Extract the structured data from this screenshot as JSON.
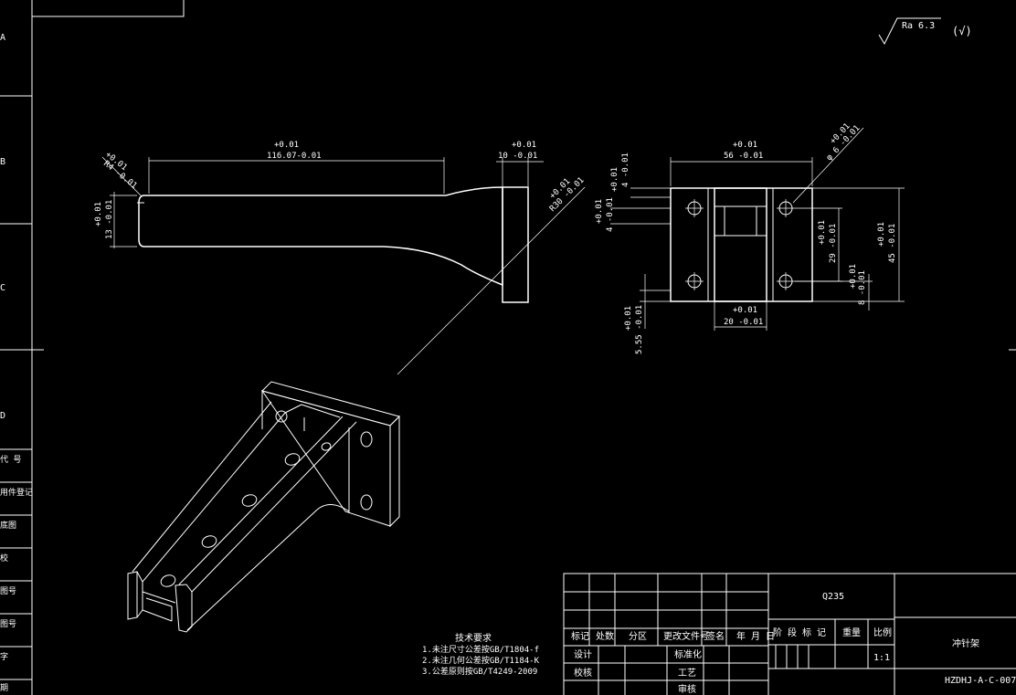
{
  "roughness": {
    "symbol": "Ra 6.3",
    "note": "(√)"
  },
  "side_view": {
    "length_tol": "+0.01",
    "length_val": "116.07-0.01",
    "flange_tol": "+0.01",
    "flange_val": "10 -0.01",
    "radius_tol": "+0.01",
    "radius_val": "R4 -0.01",
    "height_tol": "+0.01",
    "height_val": "13 -0.01",
    "diag_tol": "+0.01",
    "diag_val": "R30 -0.01"
  },
  "front_view": {
    "width_tol": "+0.01",
    "width_val": "56 -0.01",
    "hole_tol": "+0.01",
    "hole_val": "φ 6 -0.01",
    "top_tol": "+0.01",
    "top_val": "4 -0.01",
    "left_tol": "+0.01",
    "left_val": "4 -0.01",
    "h29_tol": "+0.01",
    "h29_val": "29 -0.01",
    "h45_tol": "+0.01",
    "h45_val": "45 -0.01",
    "h8_tol": "+0.01",
    "h8_val": "8 -0.01",
    "w20_tol": "+0.01",
    "w20_val": "20 -0.01",
    "h555_tol": "+0.01",
    "h555_val": "5.55 -0.01"
  },
  "left_margin": {
    "zones": [
      "A",
      "B",
      "C",
      "D"
    ],
    "labels": [
      "代 号",
      "用件登记",
      "底图",
      "校",
      "图号",
      "图号",
      "字",
      "期"
    ]
  },
  "tech_req": {
    "title": "技术要求",
    "lines": [
      "1.未注尺寸公差按GB/T1804-f",
      "2.未注几何公差按GB/T1184-K",
      "3.公差原则按GB/T4249-2009"
    ]
  },
  "title_block": {
    "material": "Q235",
    "headers": [
      "标记",
      "处数",
      "分区",
      "更改文件号",
      "签名",
      "年 月 日"
    ],
    "design": "设计",
    "standardize": "标准化",
    "check": "校核",
    "process": "工艺",
    "approve": "审核",
    "stage": "阶 段 标 记",
    "weight": "重量",
    "scale_label": "比例",
    "scale_value": "1:1",
    "part_name": "冲针架",
    "drawing_no": "HZDHJ-A-C-007"
  }
}
